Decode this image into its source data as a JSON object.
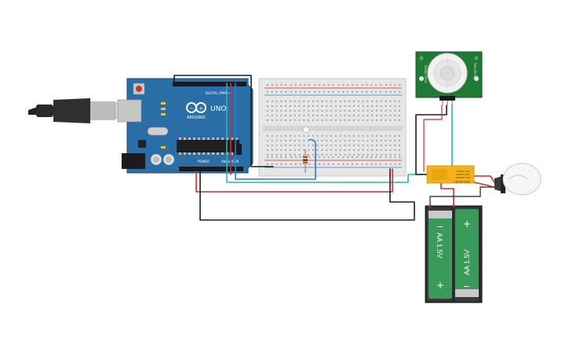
{
  "arduino": {
    "brand": "ARDUINO",
    "model": "UNO",
    "digital_label": "DIGITAL (PWM~)",
    "power_label": "POWER",
    "analog_label": "ANALOG IN",
    "logo": "infinity-logo"
  },
  "pir_sensor": {
    "left_label": "Delay Time",
    "right_label": "Sensitivity"
  },
  "relay": {
    "text_lines": [
      "SRD-05VDC",
      "10A 250VAC",
      "10A 125VAC",
      "10A 30VDC"
    ]
  },
  "battery_pack": {
    "cell_labels": [
      "AA 1.5V",
      "AA 1.5V"
    ],
    "left_cell_top": "−",
    "left_cell_bottom": "+",
    "right_cell_top": "+",
    "right_cell_bottom": "−"
  },
  "colors": {
    "arduino_board": "#2a6ea8",
    "breadboard": "#e6e6e6",
    "pir_board": "#1f7a35",
    "relay_body": "#f2b21b",
    "battery_holder": "#2b2b2b",
    "battery_cell": "#3a9a5a",
    "wire_black": "#1e1e1e",
    "wire_red": "#d42a2a",
    "wire_teal": "#2bb5b0",
    "wire_blue": "#2a7fd4"
  }
}
